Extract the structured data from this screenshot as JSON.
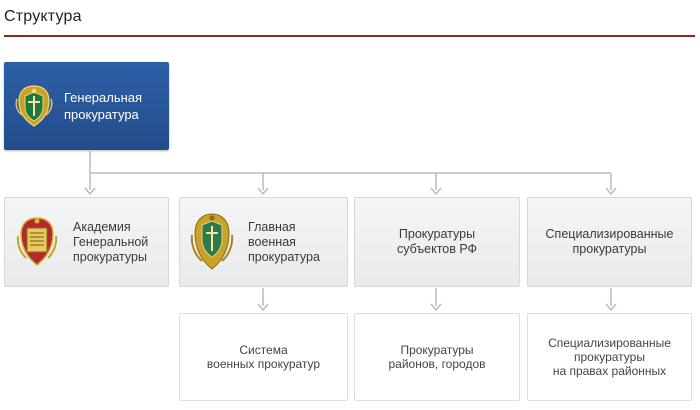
{
  "page": {
    "title": "Структура",
    "rule_color": "#8b2a1c"
  },
  "colors": {
    "root_bg": "#2a5899",
    "box_bg": "#eceef0",
    "connector": "#b8bcc0"
  },
  "diagram": {
    "root": {
      "label": "Генеральная\nпрокуратура",
      "icon": "prosecutor-general-emblem-icon"
    },
    "level1": [
      {
        "label": "Академия\nГенеральной\nпрокуратуры",
        "icon": "academy-emblem-icon"
      },
      {
        "label": "Главная\nвоенная\nпрокуратура",
        "icon": "military-prosecutor-emblem-icon"
      },
      {
        "label": "Прокуратуры\nсубъектов РФ"
      },
      {
        "label": "Специализированные\nпрокуратуры"
      }
    ],
    "level2": [
      {
        "label": "Система\nвоенных прокуратур"
      },
      {
        "label": "Прокуратуры\nрайонов, городов"
      },
      {
        "label": "Специализированные\nпрокуратуры\nна правах районных"
      }
    ]
  }
}
